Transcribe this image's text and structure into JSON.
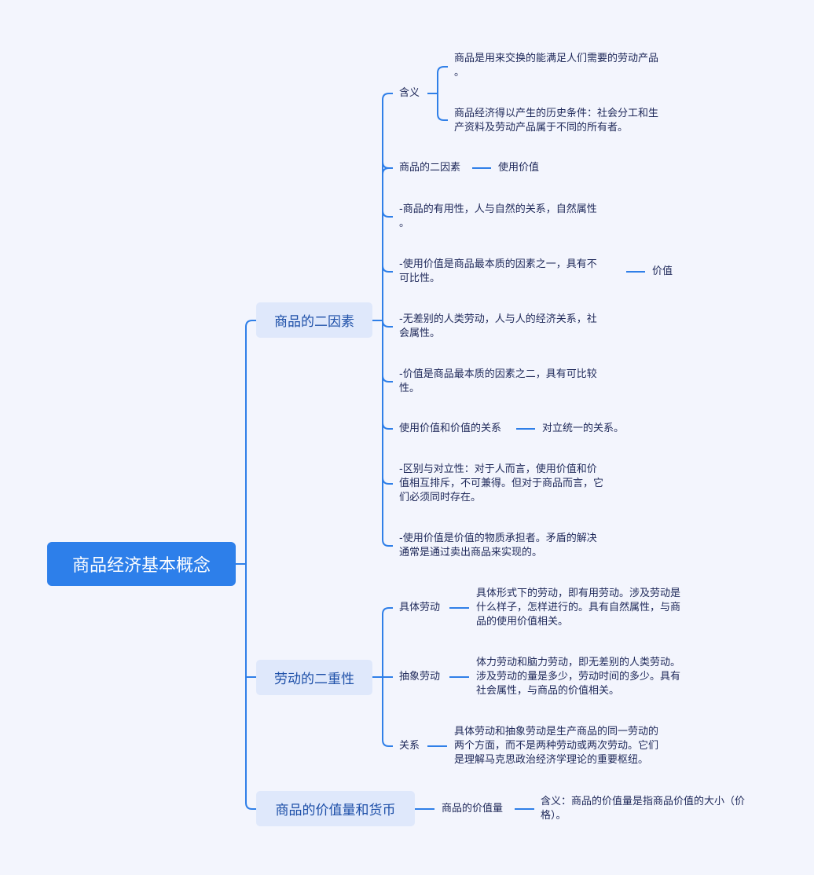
{
  "root": "商品经济基本概念",
  "branches": {
    "b1": {
      "label": "商品的二因素",
      "meaning": {
        "label": "含义",
        "items": [
          "商品是用来交换的能满足人们需要的劳动产品\n。",
          "商品经济得以产生的历史条件：社会分工和生\n产资料及劳动产品属于不同的所有者。"
        ]
      },
      "two_factors": {
        "label": "商品的二因素",
        "child": "使用价值"
      },
      "usefulness": "-商品的有用性，人与自然的关系，自然属性\n。",
      "use_value_essence": {
        "label": "-使用价值是商品最本质的因素之一，具有不\n可比性。",
        "child": "价值"
      },
      "undiff_labor": "-无差别的人类劳动，人与人的经济关系，社\n会属性。",
      "value_essence": "-价值是商品最本质的因素之二，具有可比较\n性。",
      "relation": {
        "label": "使用价值和价值的关系",
        "child": "对立统一的关系。"
      },
      "distinction": "-区别与对立性：对于人而言，使用价值和价\n值相互排斥，不可兼得。但对于商品而言，它\n们必须同时存在。",
      "bearer": "-使用价值是价值的物质承担者。矛盾的解决\n通常是通过卖出商品来实现的。"
    },
    "b2": {
      "label": "劳动的二重性",
      "concrete": {
        "label": "具体劳动",
        "child": "具体形式下的劳动，即有用劳动。涉及劳动是\n什么样子，怎样进行的。具有自然属性，与商\n品的使用价值相关。"
      },
      "abstract": {
        "label": "抽象劳动",
        "child": "体力劳动和脑力劳动，即无差别的人类劳动。\n涉及劳动的量是多少，劳动时间的多少。具有\n社会属性，与商品的价值相关。"
      },
      "relation": {
        "label": "关系",
        "child": "具体劳动和抽象劳动是生产商品的同一劳动的\n两个方面，而不是两种劳动或两次劳动。它们\n是理解马克思政治经济学理论的重要枢纽。"
      }
    },
    "b3": {
      "label": "商品的价值量和货币",
      "quantity": {
        "label": "商品的价值量",
        "child": "含义：商品的价值量是指商品价值的大小（价\n格）。"
      }
    }
  },
  "colors": {
    "line": "#2f7fe8",
    "root": "#2d7fea",
    "node": "#dfe8fb",
    "background": "#f3f5fd"
  }
}
